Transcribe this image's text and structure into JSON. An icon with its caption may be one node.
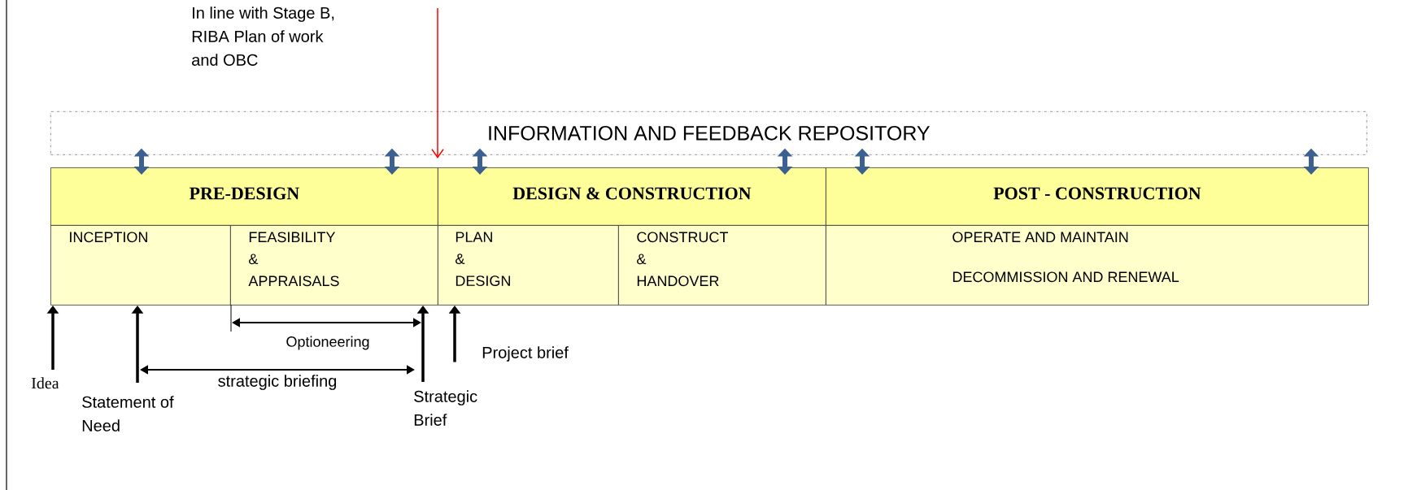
{
  "diagram": {
    "nodes": [
      {
        "text": [
          "In line with Stage B, RIBA Plan of work and OBC"
        ]
      },
      {
        "text": [
          "INFORMATION AND FEEDBACK REPOSITORY"
        ]
      },
      {
        "text": [
          "PRE-DESIGN"
        ]
      },
      {
        "text": [
          "DESIGN & CONSTRUCTION"
        ]
      },
      {
        "text": [
          "POST - CONSTRUCTION"
        ]
      },
      {
        "text": [
          "INCEPTION"
        ]
      },
      {
        "text": [
          "FEASIBILITY & APPRAISALS"
        ]
      },
      {
        "text": [
          "PLAN & DESIGN"
        ]
      },
      {
        "text": [
          "CONSTRUCT & HANDOVER"
        ]
      },
      {
        "text": [
          "OPERATE AND MAINTAIN",
          "DECOMMISSION AND RENEWAL"
        ]
      },
      {
        "text": [
          "Idea"
        ]
      },
      {
        "text": [
          "Statement of Need"
        ]
      },
      {
        "text": [
          "Strategic Brief"
        ]
      },
      {
        "text": [
          "Project brief"
        ]
      }
    ],
    "edges": [
      {
        "from": null,
        "to": 3,
        "arrow": "to",
        "color": "#ff0000"
      },
      {
        "from": 1,
        "to": 2,
        "arrow": "both",
        "color": "#3c6090"
      },
      {
        "from": 1,
        "to": 2,
        "arrow": "both",
        "color": "#3c6090"
      },
      {
        "from": 1,
        "to": 3,
        "arrow": "both",
        "color": "#3c6090"
      },
      {
        "from": 1,
        "to": 3,
        "arrow": "both",
        "color": "#3c6090"
      },
      {
        "from": 1,
        "to": 4,
        "arrow": "both",
        "color": "#3c6090"
      },
      {
        "from": 1,
        "to": 4,
        "arrow": "both",
        "color": "#3c6090"
      },
      {
        "from": 10,
        "to": 5,
        "arrow": "to",
        "color": "#000000"
      },
      {
        "from": 11,
        "to": 5,
        "arrow": "to",
        "color": "#000000"
      },
      {
        "from": 12,
        "to": 6,
        "arrow": "to",
        "color": "#000000"
      },
      {
        "from": 13,
        "to": 7,
        "arrow": "to",
        "color": "#000000"
      },
      {
        "from": 11,
        "to": 12,
        "arrow": "both",
        "label": "strategic briefing",
        "color": "#000000"
      }
    ],
    "labels": [
      "Optioneering"
    ]
  }
}
